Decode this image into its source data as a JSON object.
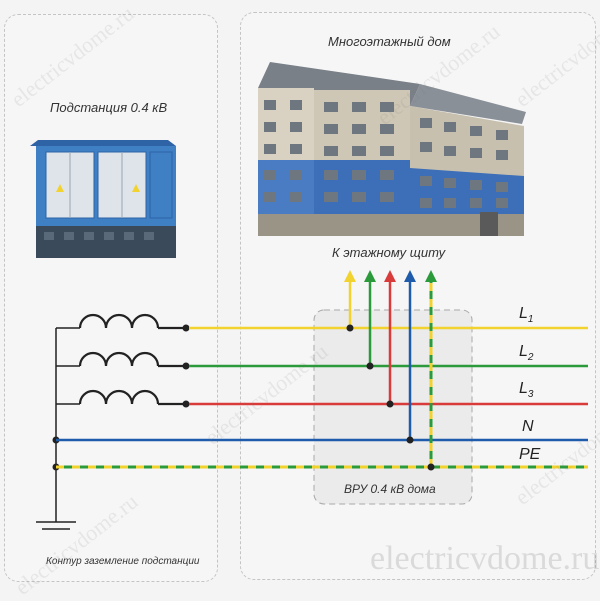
{
  "substation": {
    "title": "Подстанция 0.4 кВ"
  },
  "building": {
    "title": "Многоэтажный дом"
  },
  "to_floor_panel": "К этажному щиту",
  "lines": {
    "L1": {
      "letter": "L",
      "sub": "1",
      "color": "#f2d22e"
    },
    "L2": {
      "letter": "L",
      "sub": "2",
      "color": "#2a9a3a"
    },
    "L3": {
      "letter": "L",
      "sub": "3",
      "color": "#d93a3a"
    },
    "N": {
      "label": "N",
      "color": "#1f5bab"
    },
    "PE": {
      "label": "PE",
      "colors": [
        "#2a9a3a",
        "#f2d22e"
      ]
    }
  },
  "vru_label": "ВРУ 0.4 кВ дома",
  "ground_label": "Контур заземление подстанции",
  "watermark": "electricvdome.ru",
  "colors": {
    "substation_blue": "#3f7fc4",
    "building_blue": "#3d6fb8",
    "building_wall": "#d9d2c2"
  }
}
